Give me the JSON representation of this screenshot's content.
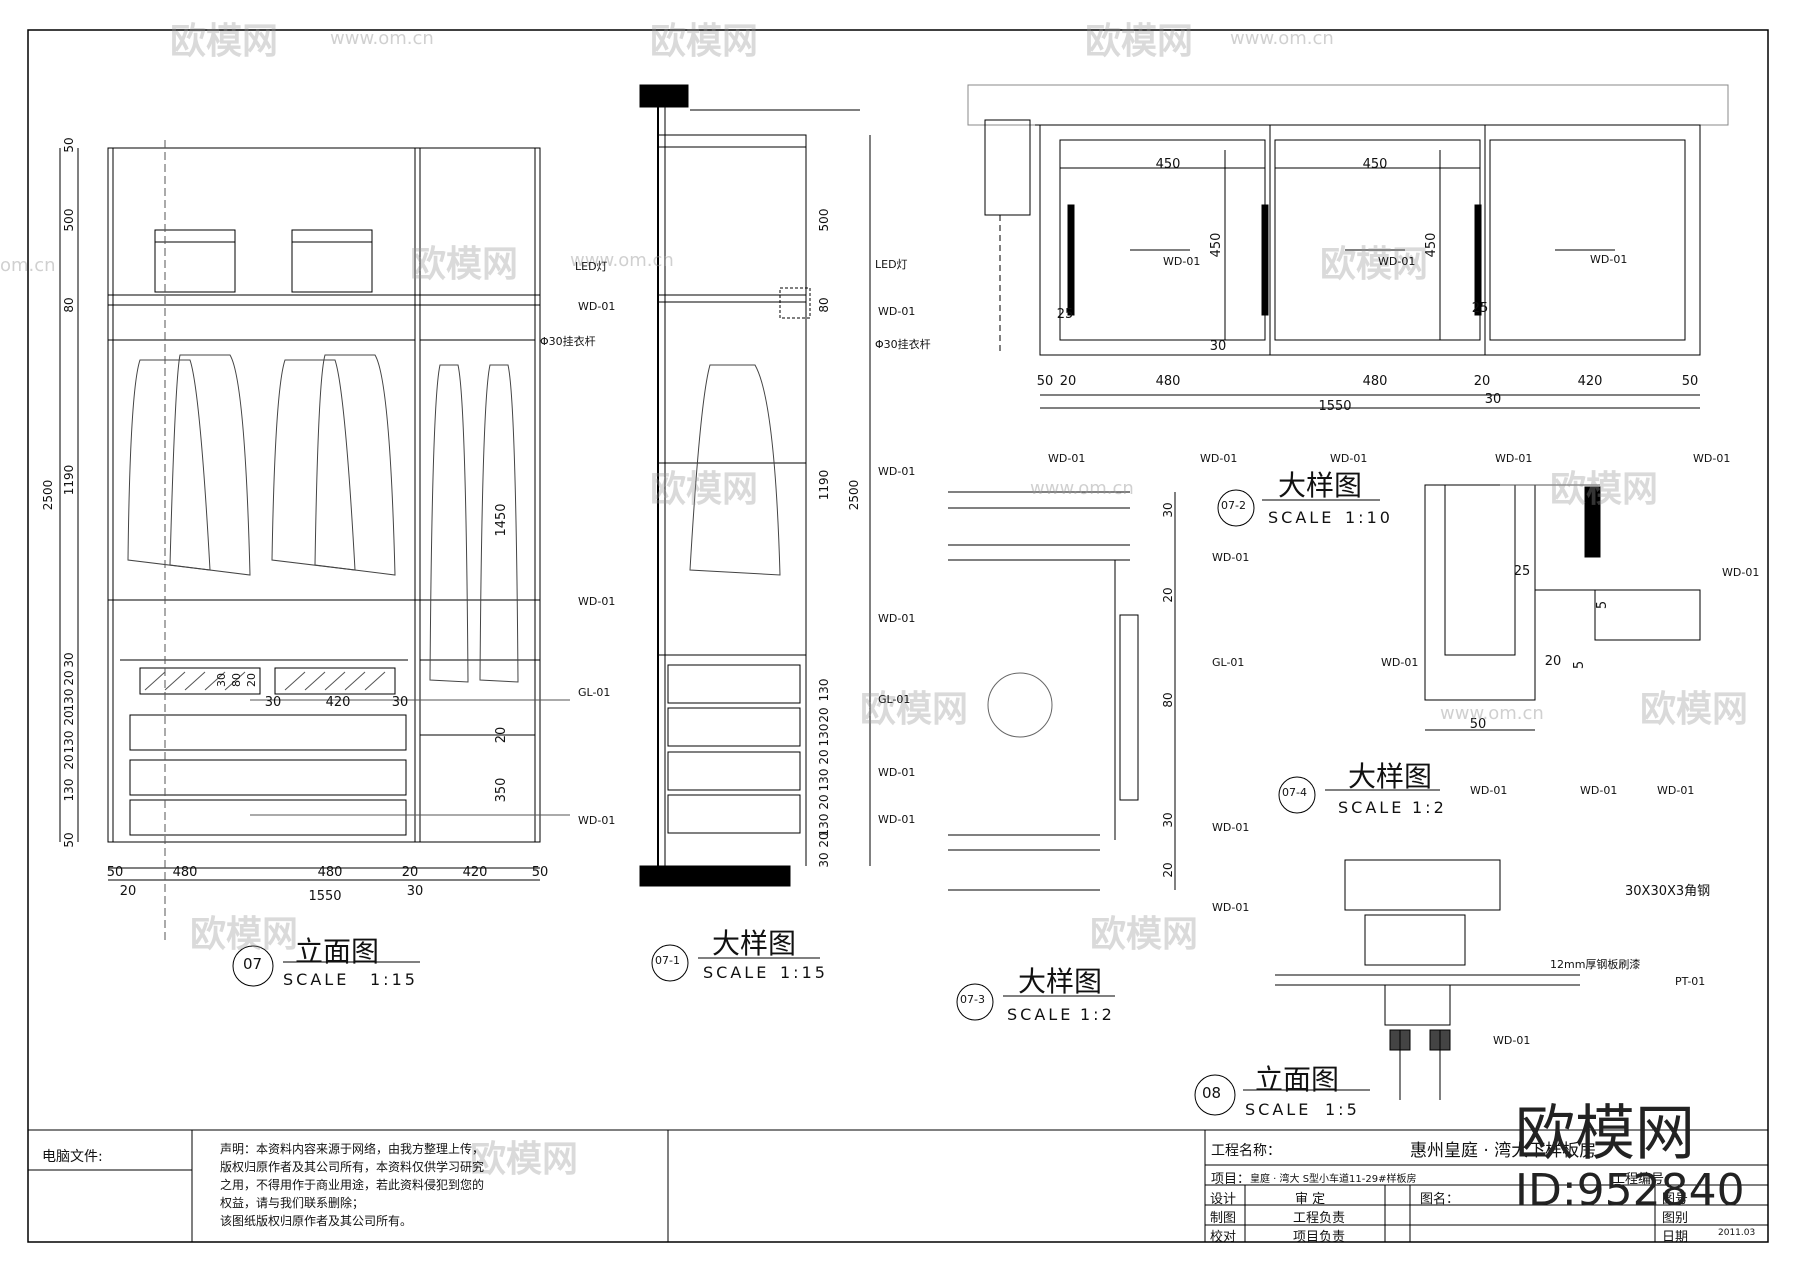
{
  "watermark": {
    "text": "欧模网",
    "url": "www.om.cn",
    "url_short": "om.cn"
  },
  "views": {
    "v07": {
      "title": "立面图",
      "scale_label": "SCALE",
      "scale": "1:15",
      "badge": "07"
    },
    "v07_1": {
      "title": "大样图",
      "scale_label": "SCALE",
      "scale": "1:15",
      "badge": "07-1"
    },
    "v07_2": {
      "title": "大样图",
      "scale_label": "SCALE",
      "scale": "1:10",
      "badge": "07-2"
    },
    "v07_3": {
      "title": "大样图",
      "scale_label": "SCALE",
      "scale": "1:2",
      "badge": "07-3"
    },
    "v07_4": {
      "title": "大样图",
      "scale_label": "SCALE",
      "scale": "1:2",
      "badge": "07-4"
    },
    "v08": {
      "title": "立面图",
      "scale_label": "SCALE",
      "scale": "1:5",
      "badge": "08"
    }
  },
  "dims_07": {
    "bottom": [
      "50",
      "480",
      "480",
      "20",
      "420",
      "50"
    ],
    "bottom2": [
      "20",
      "30"
    ],
    "total": "1550",
    "left": [
      "50",
      "500",
      "80",
      "1190",
      "30",
      "20",
      "130",
      "20",
      "130",
      "20",
      "130",
      "50"
    ],
    "left_total": "2500",
    "inner": [
      "30",
      "420",
      "30",
      "1450",
      "350",
      "20"
    ],
    "inner_v": [
      "30",
      "80",
      "20"
    ]
  },
  "dims_07_1": {
    "right": [
      "500",
      "80",
      "1190",
      "2500",
      "130",
      "20",
      "130",
      "20",
      "130",
      "20",
      "130",
      "20",
      "30"
    ]
  },
  "dims_07_2": {
    "top": [
      "450",
      "450"
    ],
    "vert": [
      "450",
      "450",
      "30"
    ],
    "side": [
      "25",
      "25"
    ],
    "bottom": [
      "50",
      "20",
      "480",
      "480",
      "20",
      "420",
      "50"
    ],
    "total": "1550",
    "sub": "30"
  },
  "dims_07_3": {
    "right": [
      "30",
      "20",
      "80",
      "30",
      "20"
    ]
  },
  "dims_07_4": {
    "dims": [
      "25",
      "5",
      "20",
      "5",
      "50"
    ]
  },
  "tags": {
    "wd": "WD-01",
    "gl": "GL-01",
    "pt": "PT-01",
    "led": "LED灯",
    "rod": "Φ30挂衣杆",
    "beam": "30X30X3角钢",
    "plate": "12mm厚钢板刷漆"
  },
  "title_block": {
    "computer_file": "电脑文件:",
    "statement": [
      "声明：本资料内容来源于网络，由我方整理上传，",
      "版权归原作者及其公司所有，本资料仅供学习研究",
      "之用，不得用作于商业用途，若此资料侵犯到您的",
      "权益，请与我们联系删除；",
      "该图纸版权归原作者及其公司所有。"
    ],
    "project_name_label": "工程名称：",
    "project_name": "惠州皇庭 · 湾大下样板房",
    "item_label": "项目：",
    "item": "皇庭 · 湾大 S型小车道11-29#样板房",
    "project_no_label": "工程编号",
    "design": "设计",
    "draw": "制图",
    "check": "校对",
    "approve": "审 定",
    "eng_lead": "工程负责",
    "proj_lead": "项目负责",
    "drawing_name": "图名：",
    "drawing_no": "图号",
    "category": "图别",
    "date": "日期",
    "date_val": "2011.03"
  },
  "brand": {
    "name": "欧模网",
    "id": "ID:952840"
  }
}
